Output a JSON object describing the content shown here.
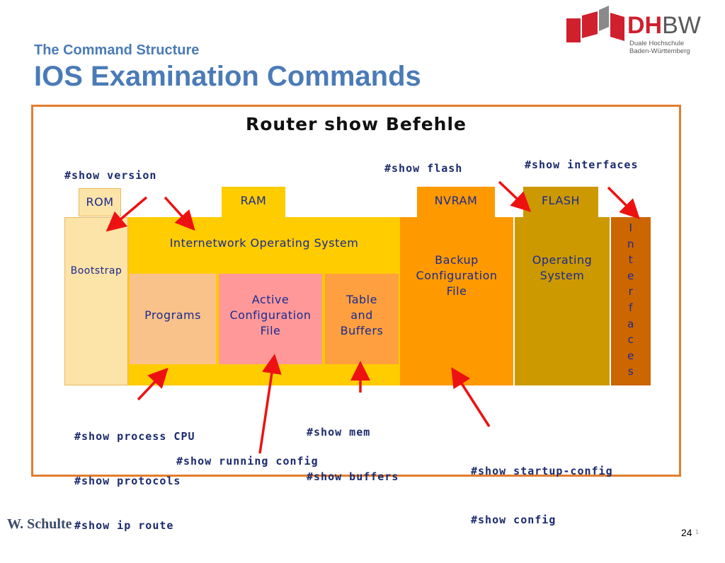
{
  "slide": {
    "subtitle": "The Command Structure",
    "title": "IOS Examination Commands",
    "author": "W.  Schulte",
    "page_number": "24",
    "page_number_small": "1"
  },
  "logo": {
    "dh": "DH",
    "bw": "BW",
    "line1": "Duale Hochschule",
    "line2": "Baden-Württemberg",
    "colors": {
      "red": "#d0202e",
      "gray": "#58595b"
    }
  },
  "diagram": {
    "title": "Router show Befehle",
    "memory_tabs": {
      "rom": "ROM",
      "ram": "RAM",
      "nvram": "NVRAM",
      "flash": "FLASH"
    },
    "blocks": {
      "bootstrap": "Bootstrap",
      "ios": "Internetwork Operating System",
      "programs": "Programs",
      "active_config": [
        "Active",
        "Configuration",
        "File"
      ],
      "table_buffers": [
        "Table",
        "and",
        "Buffers"
      ],
      "backup_config": [
        "Backup",
        "Configuration",
        "File"
      ],
      "operating_system": [
        "Operating",
        "System"
      ],
      "interfaces": [
        "I",
        "n",
        "t",
        "e",
        "r",
        "f",
        "a",
        "c",
        "e",
        "s"
      ]
    },
    "commands": {
      "show_version": "#show version",
      "show_flash": "#show flash",
      "show_interfaces": "#show interfaces",
      "process_group": [
        "#show process CPU",
        "#show protocols",
        "#show ip route"
      ],
      "mem_group": [
        "#show mem",
        "#show buffers"
      ],
      "running_config": "#show running config",
      "startup_group": [
        "#show startup-config",
        "#show config"
      ]
    },
    "colors": {
      "frame": "#e27d2e",
      "rom": "#fce3a8",
      "ram": "#ffcc00",
      "programs": "#f9c28a",
      "active_config": "#ff9999",
      "table_buffers": "#ffa040",
      "nvram": "#ff9900",
      "flash": "#cc9900",
      "interfaces": "#cc6600",
      "text": "#1a2a8e",
      "arrow": "#ee1111"
    }
  }
}
